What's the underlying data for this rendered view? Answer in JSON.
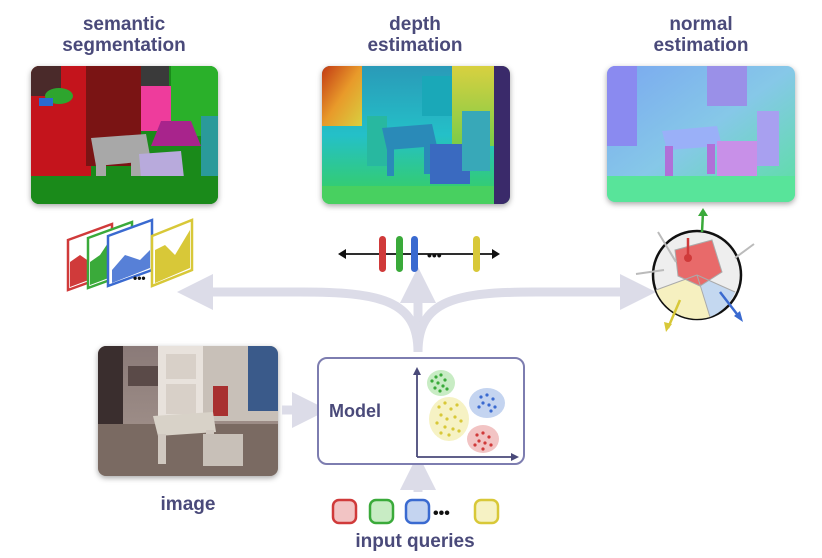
{
  "titles": {
    "semantic": [
      "semantic",
      "segmentation"
    ],
    "depth": [
      "depth",
      "estimation"
    ],
    "normal": [
      "normal",
      "estimation"
    ]
  },
  "model": {
    "label": "Model"
  },
  "captions": {
    "image": "image",
    "queries": "input queries"
  },
  "ellipsis": "•••",
  "colors": {
    "text": "#4a4a7a",
    "red": "#d03a3a",
    "green": "#3aaa3a",
    "blue": "#3a6ad0",
    "yellow": "#d8c838",
    "arrow": "#dcdce8",
    "box_border": "#7d7db0"
  },
  "query_colors": [
    {
      "stroke": "#d03a3a",
      "fill": "#f2c4c4"
    },
    {
      "stroke": "#3aaa3a",
      "fill": "#c8ecc4"
    },
    {
      "stroke": "#3a6ad0",
      "fill": "#c4d4f0"
    },
    {
      "stroke": "#d8c838",
      "fill": "#f6f2c4"
    }
  ],
  "icons": [
    "segmentation-layers-icon",
    "depth-number-line-icon",
    "normal-sphere-icon",
    "cluster-plot-icon"
  ]
}
